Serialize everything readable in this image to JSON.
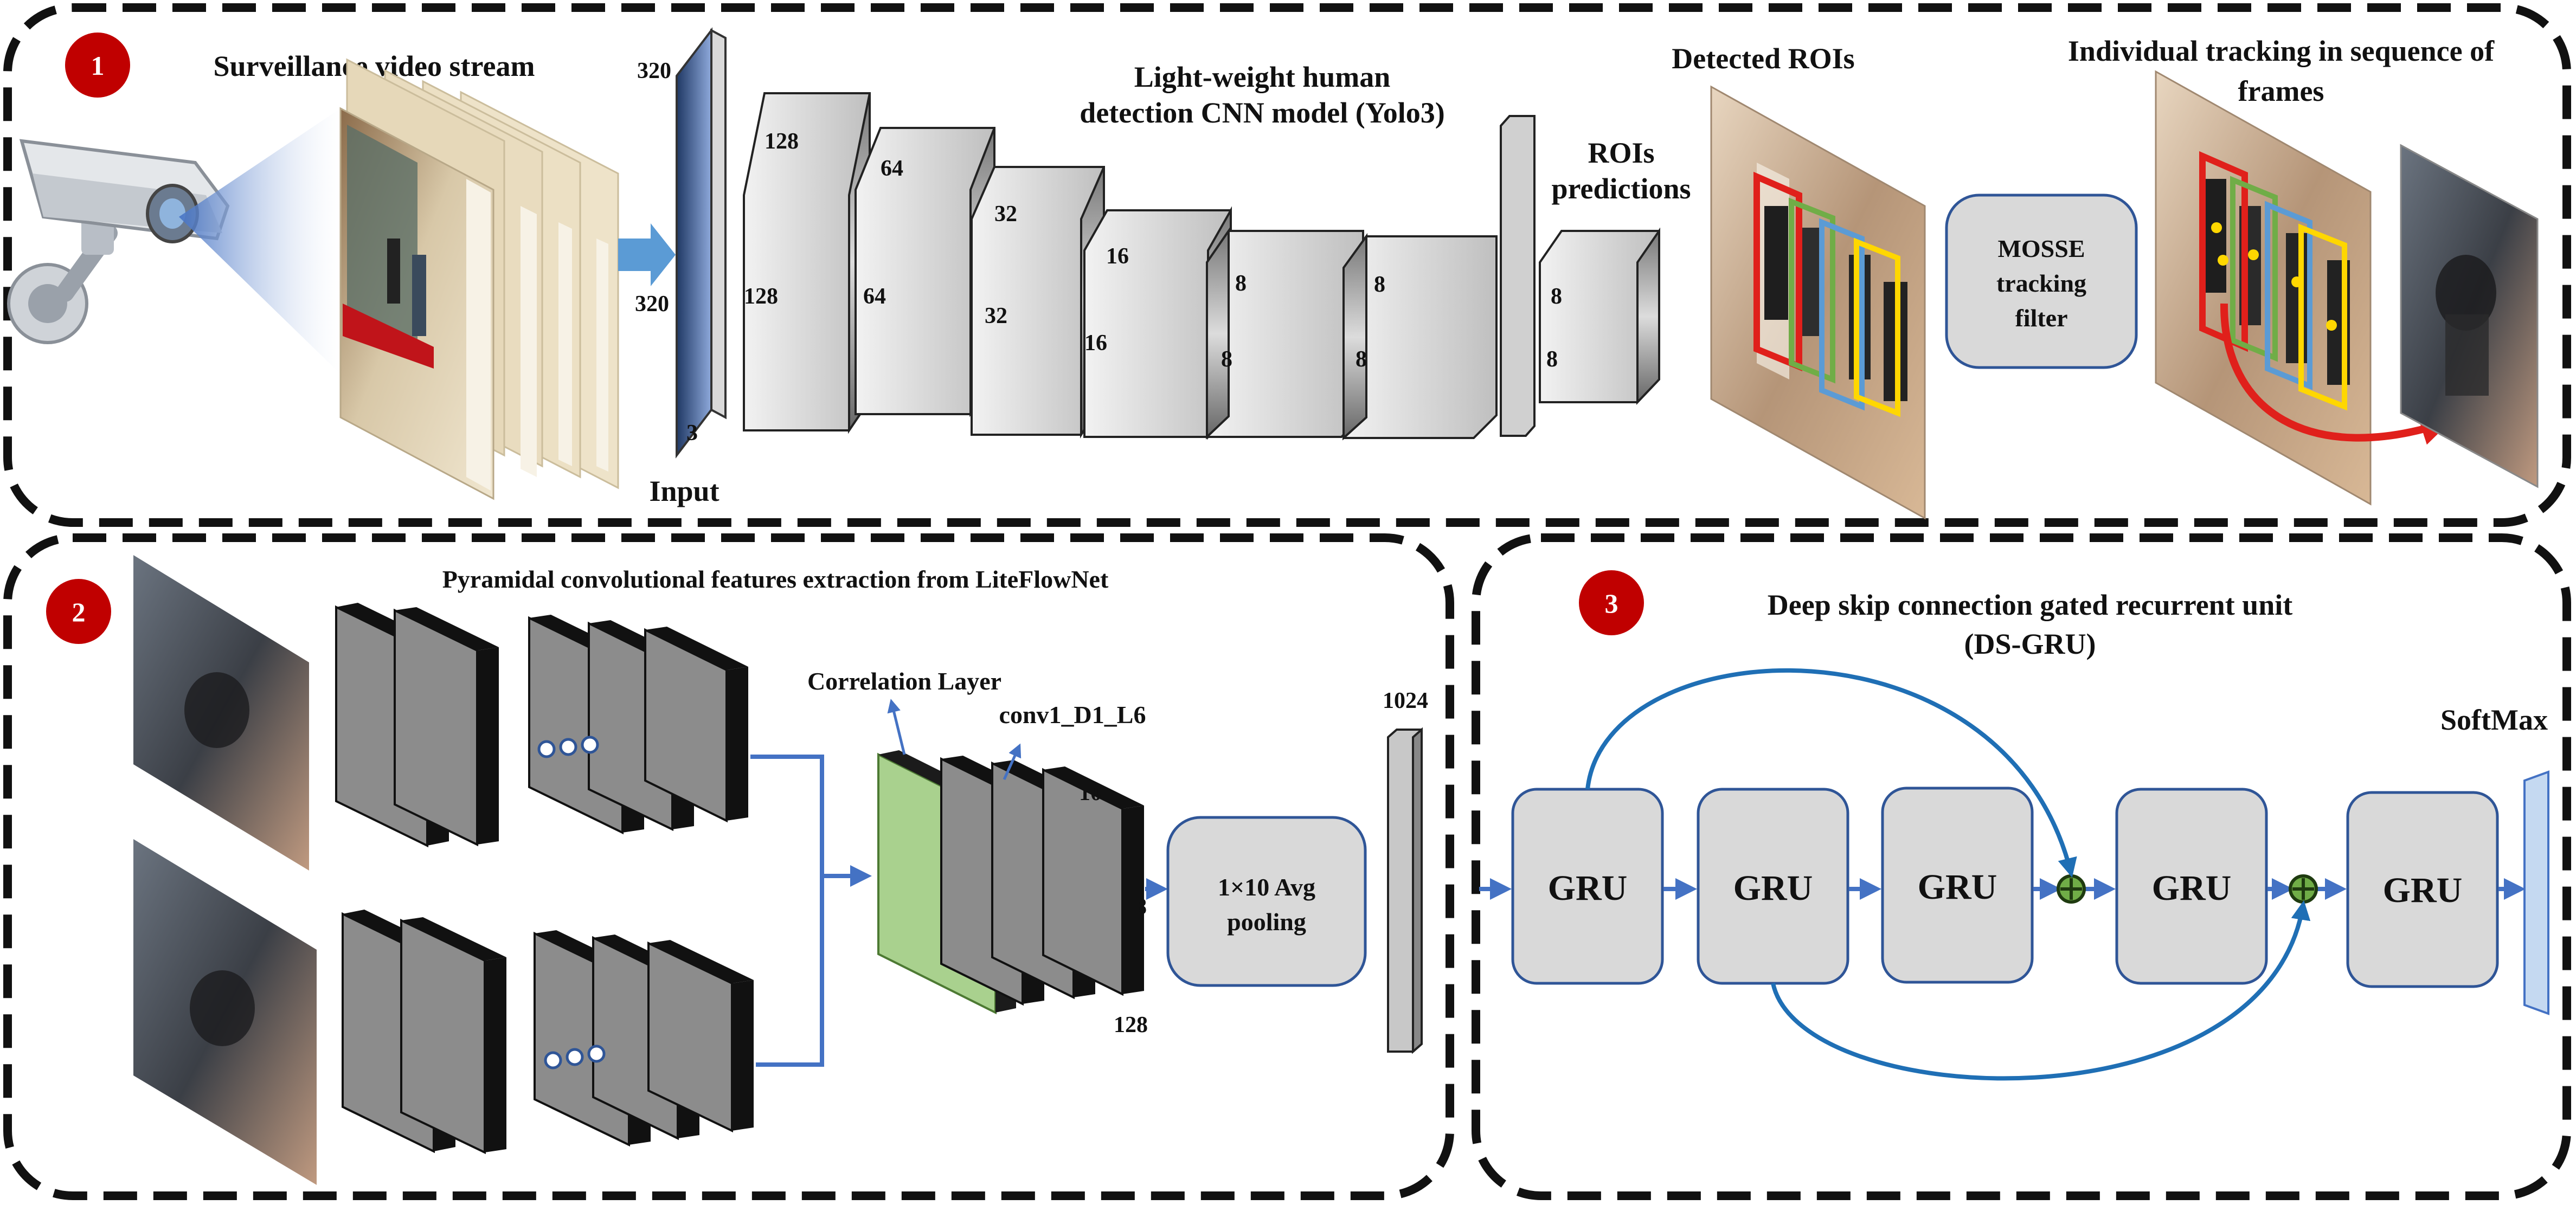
{
  "panels": {
    "p1": {
      "badge": "1"
    },
    "p2": {
      "badge": "2"
    },
    "p3": {
      "badge": "3"
    }
  },
  "labels": {
    "surveillance": "Surveillance video stream",
    "cnn_line1": "Light-weight human",
    "cnn_line2": "detection CNN model (Yolo3)",
    "detected_rois": "Detected ROIs",
    "tracking_line1": "Individual tracking in sequence of",
    "tracking_line2": "frames",
    "rois_pred_line1": "ROIs",
    "rois_pred_line2": "predictions",
    "input": "Input",
    "mosse_line1": "MOSSE",
    "mosse_line2": "tracking",
    "mosse_line3": "filter",
    "pyramidal": "Pyramidal convolutional  features extraction from LiteFlowNet",
    "correlation": "Correlation Layer",
    "conv1": "conv1_D1_L6",
    "avgpool_line1": "1×10 Avg",
    "avgpool_line2": "pooling",
    "dsgru_line1": "Deep skip connection gated recurrent unit",
    "dsgru_line2": "(DS-GRU)",
    "softmax": "SoftMax",
    "gru": [
      "GRU",
      "GRU",
      "GRU",
      "GRU",
      "GRU"
    ]
  },
  "dims": {
    "input_h": "320",
    "input_w": "320",
    "input_c": "3",
    "l1_a": "128",
    "l1_b": "128",
    "l2_a": "64",
    "l2_b": "64",
    "l3_a": "32",
    "l3_b": "32",
    "l4_a": "16",
    "l4_b": "16",
    "l5_a": "8",
    "l5_b": "8",
    "l6_a": "8",
    "l6_b": "8",
    "roi_a": "8",
    "roi_b": "8",
    "corr_10": "10",
    "corr_8": "8",
    "corr_128": "128",
    "fc_1024": "1024"
  },
  "colors": {
    "badge": "#c00000",
    "arrow_blue": "#4472c4",
    "skip_blue": "#1f6fb5",
    "node_fill": "#d9d9d9",
    "node_stroke": "#2f5597",
    "corr_green": "#a9d18e",
    "roi_red": "#e0201b",
    "roi_green": "#70ad47",
    "roi_blue": "#5b9bd5",
    "roi_yellow": "#ffd700",
    "softmax_fill": "#c5d9f1"
  }
}
